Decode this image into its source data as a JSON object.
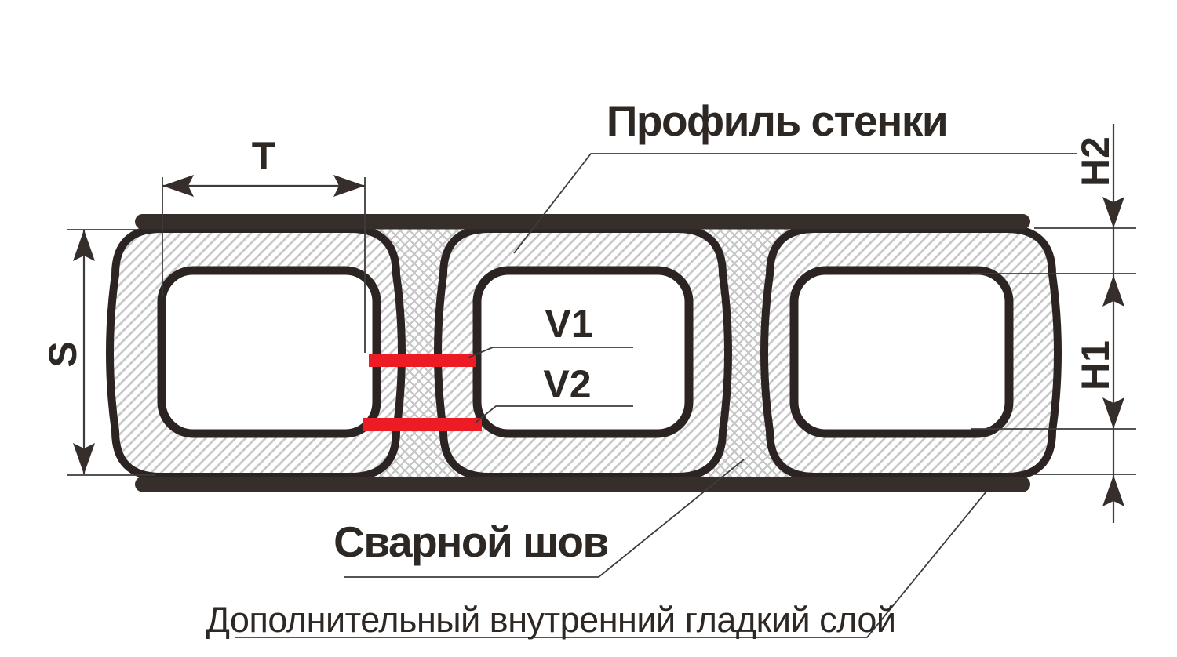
{
  "diagram": {
    "callouts": {
      "wall_profile": "Профиль стенки",
      "weld_seam": "Сварной шов",
      "inner_layer": "Дополнительный внутренний гладкий слой"
    },
    "dimension_labels": {
      "pitch": "T",
      "wall_height": "S",
      "cavity_height": "H1",
      "top_wall_thickness": "H2",
      "weld_1": "V1",
      "weld_2": "V2"
    },
    "colors": {
      "dark": "#362e2b",
      "outline": "#2b2422",
      "weld_red": "#ec1b24",
      "hatch": "#c5c5c5",
      "dim_line": "#3c3c3c",
      "text": "#2e2825"
    }
  }
}
